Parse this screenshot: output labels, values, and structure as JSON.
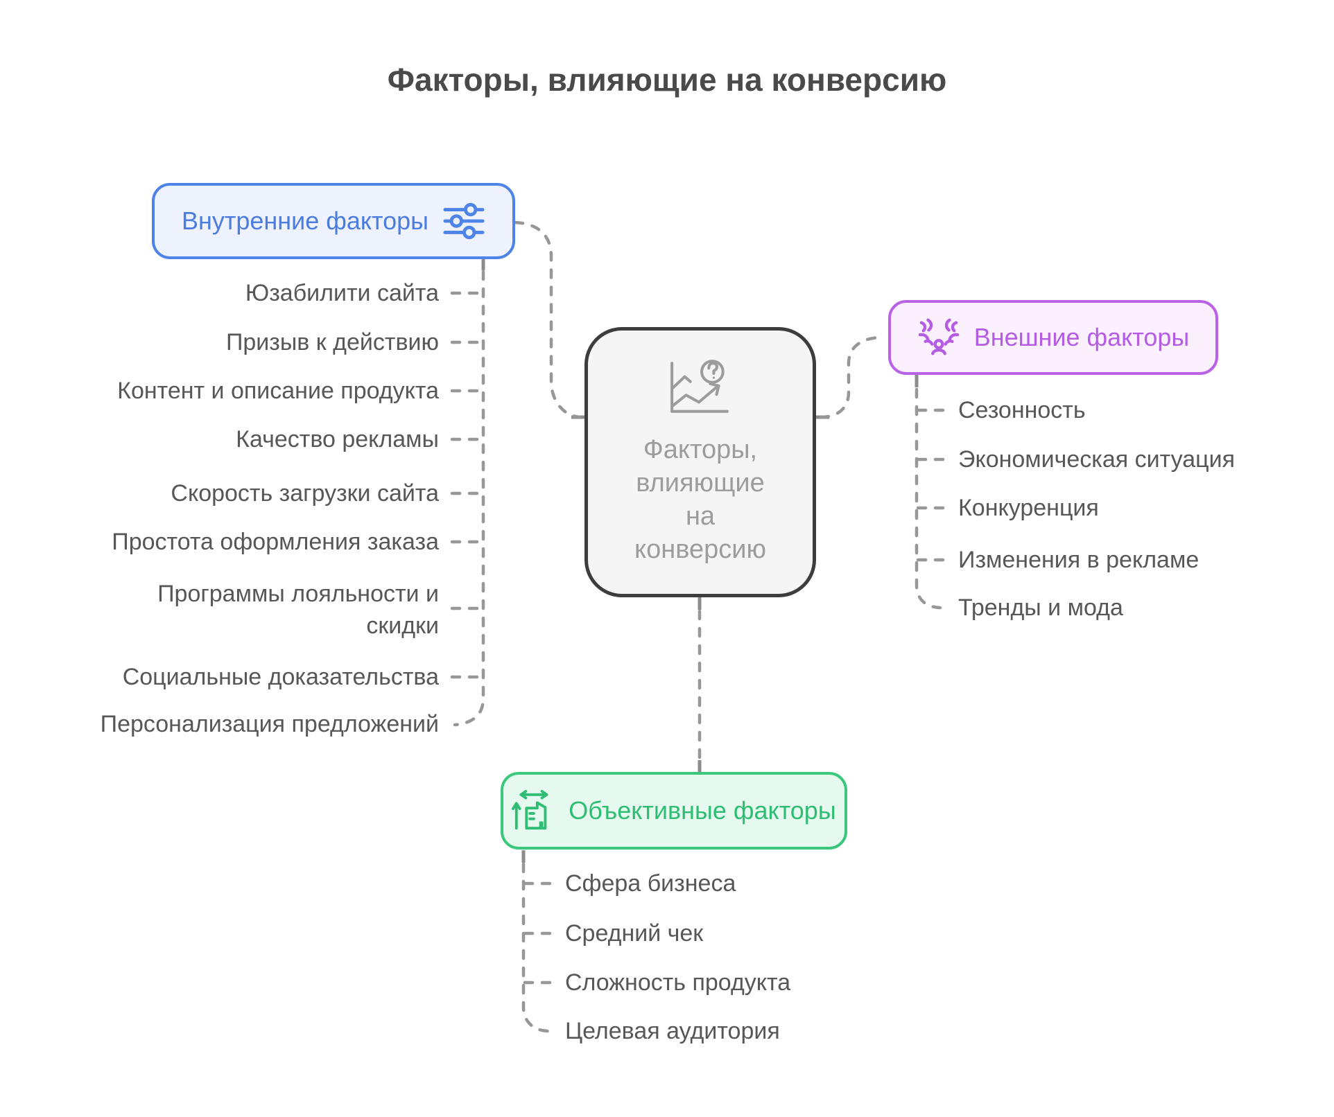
{
  "title": "Факторы, влияющие на конверсию",
  "center_node": {
    "icon": "chart-question-icon",
    "lines": [
      "Факторы,",
      "влияющие",
      "на",
      "конверсию"
    ]
  },
  "branches": {
    "internal": {
      "label": "Внутренние факторы",
      "icon": "sliders-icon",
      "items": [
        "Юзабилити сайта",
        "Призыв к действию",
        "Контент и описание продукта",
        "Качество рекламы",
        "Скорость загрузки сайта",
        "Простота оформления заказа",
        "Программы лояльности и скидки",
        "Социальные доказательства",
        "Персонализация предложений"
      ]
    },
    "external": {
      "label": "Внешние факторы",
      "icon": "people-pressure-icon",
      "items": [
        "Сезонность",
        "Экономическая ситуация",
        "Конкуренция",
        "Изменения в рекламе",
        "Тренды и мода"
      ]
    },
    "objective": {
      "label": "Объективные факторы",
      "icon": "building-growth-icon",
      "items": [
        "Сфера бизнеса",
        "Средний чек",
        "Сложность продукта",
        "Целевая аудитория"
      ]
    }
  },
  "colors": {
    "title_text": "#4a4a4a",
    "item_text": "#575757",
    "connector": "#979797",
    "stub": "#8c8c8c",
    "center_border": "#3d3d3d",
    "center_bg": "#f5f5f5",
    "center_text": "#9c9c9c",
    "center_icon": "#9c9c9c",
    "internal_border": "#4e83e8",
    "internal_bg": "#edf2fd",
    "internal_text": "#4b7de0",
    "external_border": "#ba62e5",
    "external_bg": "#fbf0fe",
    "external_text": "#b45ce2",
    "objective_border": "#3cc87c",
    "objective_bg": "#e6f9ef",
    "objective_text": "#2ebd73"
  }
}
